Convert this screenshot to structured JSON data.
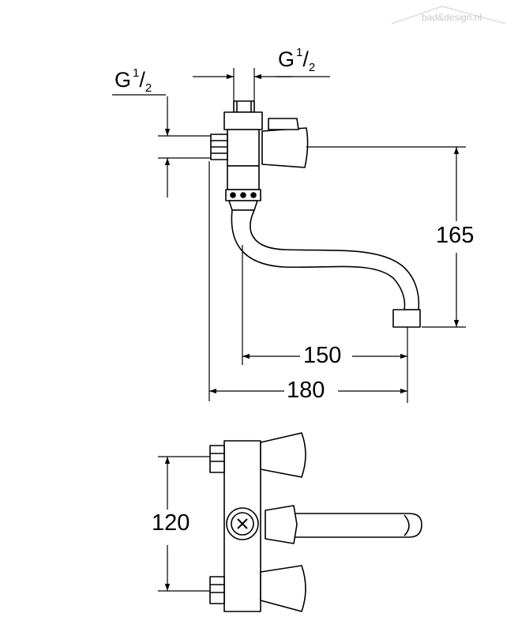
{
  "logo": {
    "text": "bad&design.nl"
  },
  "threads": {
    "left": {
      "letter": "G",
      "numerator": "1",
      "denominator": "2"
    },
    "top": {
      "letter": "G",
      "numerator": "1",
      "denominator": "2"
    }
  },
  "dimensions": {
    "height": "165",
    "spout_reach": "150",
    "overall_reach": "180",
    "centers": "120"
  },
  "icons": {
    "front": [
      "faucet-side-view-icon"
    ],
    "top": [
      "faucet-top-view-icon"
    ]
  }
}
